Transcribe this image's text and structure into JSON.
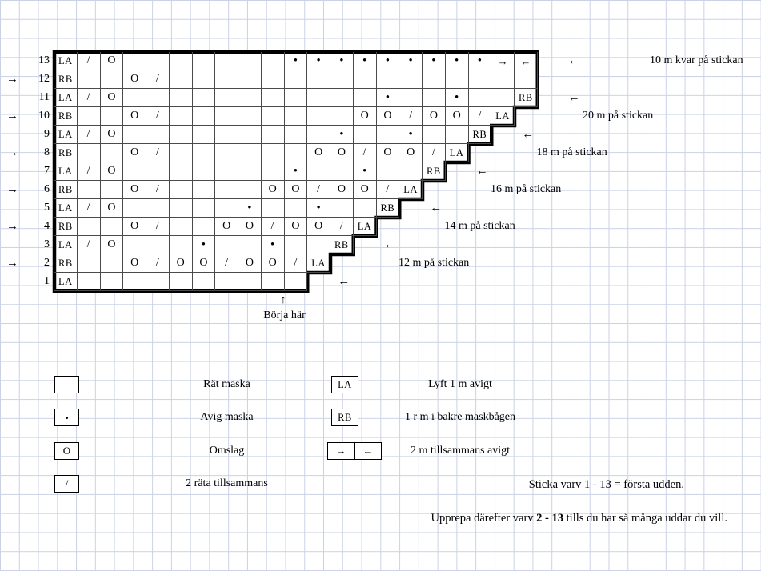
{
  "chart": {
    "start_arrow": "↑",
    "start_label": "Börja här",
    "rows": [
      {
        "num": 13,
        "cells": [
          "LA",
          "/",
          "O",
          "",
          "",
          "",
          "",
          "",
          "",
          "",
          "•",
          "•",
          "•",
          "•",
          "•",
          "•",
          "•",
          "•",
          "•",
          "→",
          "←"
        ],
        "left_arrow": false,
        "right_arrow": true,
        "right_text": "10 m kvar på stickan"
      },
      {
        "num": 12,
        "cells": [
          "RB",
          "",
          "",
          "O",
          "/",
          "",
          "",
          "",
          "",
          "",
          "",
          "",
          "",
          "",
          "",
          "",
          "",
          "",
          "",
          "",
          ""
        ],
        "left_arrow": true,
        "right_arrow": false,
        "right_text": ""
      },
      {
        "num": 11,
        "cells": [
          "LA",
          "/",
          "O",
          "",
          "",
          "",
          "",
          "",
          "",
          "",
          "",
          "",
          "",
          "",
          "•",
          "",
          "",
          "•",
          "",
          "",
          "RB"
        ],
        "left_arrow": false,
        "right_arrow": true,
        "right_text": ""
      },
      {
        "num": 10,
        "cells": [
          "RB",
          "",
          "",
          "O",
          "/",
          "",
          "",
          "",
          "",
          "",
          "",
          "",
          "",
          "O",
          "O",
          "/",
          "O",
          "O",
          "/",
          "LA"
        ],
        "left_arrow": true,
        "right_arrow": false,
        "right_text": "20 m på stickan"
      },
      {
        "num": 9,
        "cells": [
          "LA",
          "/",
          "O",
          "",
          "",
          "",
          "",
          "",
          "",
          "",
          "",
          "",
          "•",
          "",
          "",
          "•",
          "",
          "",
          "RB"
        ],
        "left_arrow": false,
        "right_arrow": true,
        "right_text": ""
      },
      {
        "num": 8,
        "cells": [
          "RB",
          "",
          "",
          "O",
          "/",
          "",
          "",
          "",
          "",
          "",
          "",
          "O",
          "O",
          "/",
          "O",
          "O",
          "/",
          "LA"
        ],
        "left_arrow": true,
        "right_arrow": false,
        "right_text": "18 m på stickan"
      },
      {
        "num": 7,
        "cells": [
          "LA",
          "/",
          "O",
          "",
          "",
          "",
          "",
          "",
          "",
          "",
          "•",
          "",
          "",
          "•",
          "",
          "",
          "RB"
        ],
        "left_arrow": false,
        "right_arrow": true,
        "right_text": ""
      },
      {
        "num": 6,
        "cells": [
          "RB",
          "",
          "",
          "O",
          "/",
          "",
          "",
          "",
          "",
          "O",
          "O",
          "/",
          "O",
          "O",
          "/",
          "LA"
        ],
        "left_arrow": true,
        "right_arrow": false,
        "right_text": "16 m på stickan"
      },
      {
        "num": 5,
        "cells": [
          "LA",
          "/",
          "O",
          "",
          "",
          "",
          "",
          "",
          "•",
          "",
          "",
          "•",
          "",
          "",
          "RB"
        ],
        "left_arrow": false,
        "right_arrow": true,
        "right_text": ""
      },
      {
        "num": 4,
        "cells": [
          "RB",
          "",
          "",
          "O",
          "/",
          "",
          "",
          "O",
          "O",
          "/",
          "O",
          "O",
          "/",
          "LA"
        ],
        "left_arrow": true,
        "right_arrow": false,
        "right_text": "14 m på stickan"
      },
      {
        "num": 3,
        "cells": [
          "LA",
          "/",
          "O",
          "",
          "",
          "",
          "•",
          "",
          "",
          "•",
          "",
          "",
          "RB"
        ],
        "left_arrow": false,
        "right_arrow": true,
        "right_text": ""
      },
      {
        "num": 2,
        "cells": [
          "RB",
          "",
          "",
          "O",
          "/",
          "O",
          "O",
          "/",
          "O",
          "O",
          "/",
          "LA"
        ],
        "left_arrow": true,
        "right_arrow": false,
        "right_text": "12 m på stickan"
      },
      {
        "num": 1,
        "cells": [
          "LA",
          "",
          "",
          "",
          "",
          "",
          "",
          "",
          "",
          "",
          ""
        ],
        "left_arrow": false,
        "right_arrow": true,
        "right_text": ""
      }
    ]
  },
  "legend": {
    "left": [
      {
        "symbols": [
          ""
        ],
        "label": "Rät maska"
      },
      {
        "symbols": [
          "•"
        ],
        "label": "Avig maska"
      },
      {
        "symbols": [
          "O"
        ],
        "label": "Omslag"
      },
      {
        "symbols": [
          "/"
        ],
        "label": "2 räta tillsammans"
      }
    ],
    "right": [
      {
        "symbols": [
          "LA"
        ],
        "label": "Lyft 1 m avigt"
      },
      {
        "symbols": [
          "RB"
        ],
        "label": "1 r m i bakre maskbågen"
      },
      {
        "symbols": [
          "→",
          "←"
        ],
        "label": "2 m tillsammans avigt"
      }
    ],
    "note1": "Sticka varv 1 - 13 = första udden.",
    "note2_prefix": "Upprepa därefter varv ",
    "note2_bold": "2 - 13",
    "note2_suffix": " tills du har så många uddar du vill."
  },
  "colors": {
    "grid_paper_line": "#cbd2e6",
    "chart_outline": "#000000",
    "cell_line": "#4a4a4a"
  }
}
